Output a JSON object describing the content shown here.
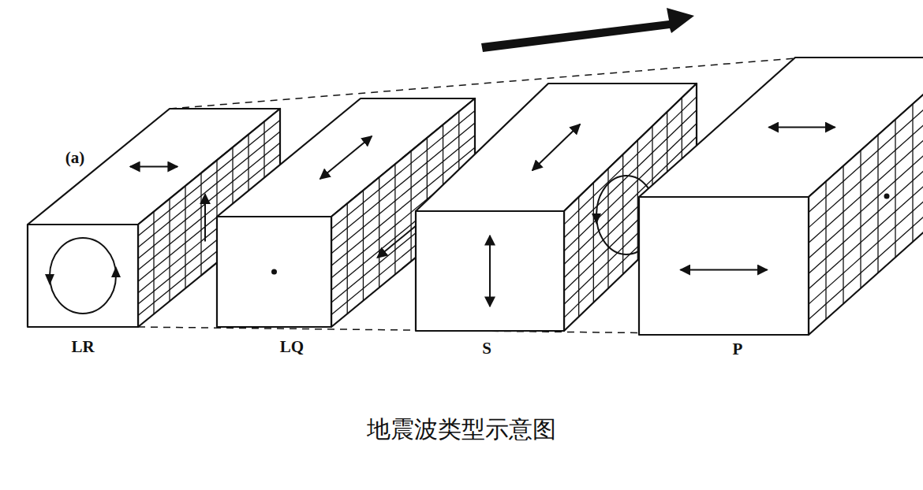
{
  "diagram": {
    "caption": "地震波类型示意图",
    "labels": [
      "(a)",
      "LR",
      "LQ",
      "S",
      "P"
    ]
  }
}
